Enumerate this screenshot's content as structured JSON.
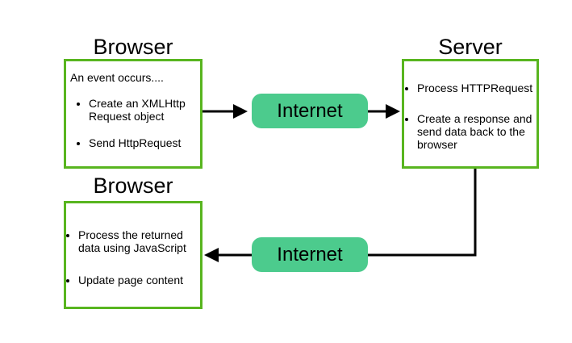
{
  "diagram": {
    "browser_top": {
      "title": "Browser",
      "intro": "An event occurs....",
      "bullets": [
        "Create an XMLHttp Request object",
        "Send HttpRequest"
      ]
    },
    "internet_request": {
      "label": "Internet"
    },
    "server": {
      "title": "Server",
      "bullets": [
        "Process HTTPRequest",
        "Create a response and send data back to the browser"
      ]
    },
    "internet_response": {
      "label": "Internet"
    },
    "browser_bottom": {
      "title": "Browser",
      "bullets": [
        "Process the returned data using JavaScript",
        "Update page content"
      ]
    },
    "colors": {
      "box_border": "#58B51F",
      "internet_fill": "#4CCB8D",
      "arrow": "#000000",
      "background": "#FFFFFF"
    }
  }
}
